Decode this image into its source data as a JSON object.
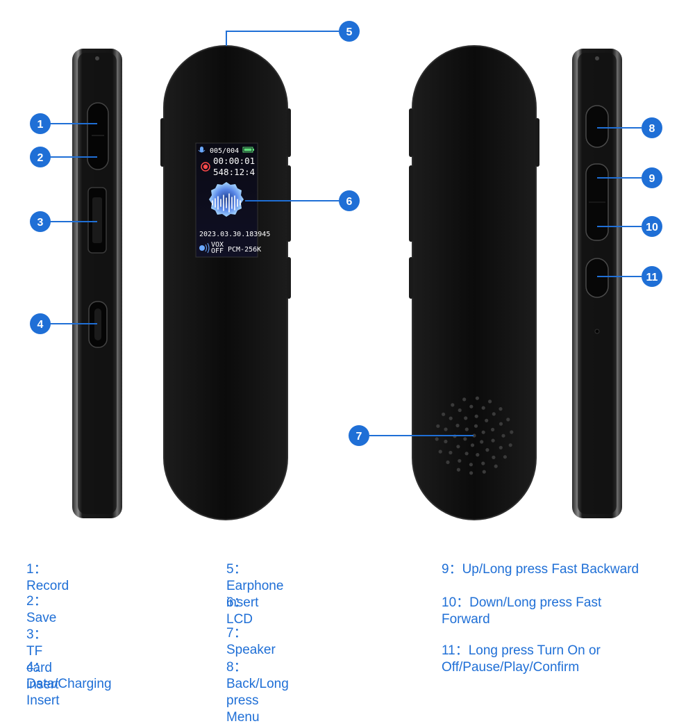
{
  "lcd": {
    "file_counter": "005/004",
    "elapsed_time": "00:00:01",
    "remaining_time": "548:12:4",
    "file_name": "2023.03.30.183945",
    "vox_line1": "VOX",
    "vox_line2": "OFF",
    "format": "PCM-256K"
  },
  "callouts": [
    "1",
    "2",
    "3",
    "4",
    "5",
    "6",
    "7",
    "8",
    "9",
    "10",
    "11"
  ],
  "legend": [
    {
      "num": "1：",
      "text": "Record"
    },
    {
      "num": "2：",
      "text": "Save"
    },
    {
      "num": "3：",
      "text": "TF card insert"
    },
    {
      "num": "4：",
      "text": "Data/Charging Insert"
    },
    {
      "num": "5：",
      "text": "Earphone insert"
    },
    {
      "num": "6：",
      "text": "LCD"
    },
    {
      "num": "7：",
      "text": "Speaker"
    },
    {
      "num": "8：",
      "text": "Back/Long press Menu"
    },
    {
      "num": "9：",
      "text": "Up/Long press Fast Backward"
    },
    {
      "num": "10：",
      "text": "Down/Long press Fast Forward"
    },
    {
      "num": "11：",
      "text": "Long press Turn On or Off/Pause/Play/Confirm"
    }
  ],
  "colors": {
    "accent": "#1f6fd6",
    "device_body": "#0d0d0d",
    "device_edge": "#3a3a3a"
  }
}
